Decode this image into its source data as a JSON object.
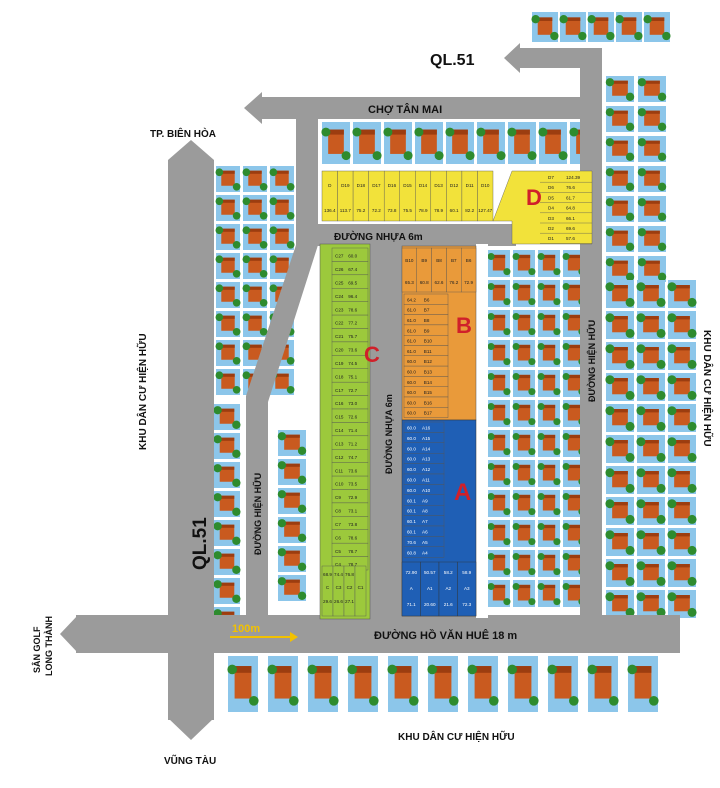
{
  "colors": {
    "road": "#9b9b9b",
    "road_edge": "#ffffff",
    "house_roof": "#c95a1f",
    "house_roof_dark": "#9c3d10",
    "water": "#8cc6ea",
    "tree": "#2e8b2e",
    "zone_a": "#1f5fb5",
    "zone_b": "#e99a3a",
    "zone_c": "#9cc93c",
    "zone_d": "#f2e23a",
    "zone_letter": "#d0202a",
    "arrow": "#f2c100"
  },
  "roads": {
    "ql51_top": "QL.51",
    "cho_tan_mai": "CHỢ TÂN MAI",
    "tp_bien_hoa": "TP. BIÊN HÒA",
    "ql51_vertical": "QL.51",
    "duong_nhua_6m_h": "ĐƯỜNG NHỰA 6m",
    "duong_nhua_6m_v": "ĐƯỜNG NHỰA 6m",
    "duong_hien_huu_left": "ĐƯỜNG HIỆN HỮU",
    "duong_hien_huu_right": "ĐƯỜNG HIỆN HỮU",
    "ho_van_hue": "ĐƯỜNG HỒ VĂN HUÊ 18 m",
    "vung_tau": "VŨNG TÀU",
    "san_golf_1": "SÂN GOLF",
    "san_golf_2": "LONG THÀNH"
  },
  "areas": {
    "khu_left": "KHU DÂN CƯ HIỆN HỮU",
    "khu_right": "KHU DÂN CƯ HIỆN HỮU",
    "khu_bottom": "KHU DÂN CƯ HIỆN HỮU"
  },
  "scale_label": "100m",
  "zones": {
    "A": {
      "letter": "A",
      "rows": [
        {
          "id": "A16",
          "area": "60.0"
        },
        {
          "id": "A15",
          "area": "60.0"
        },
        {
          "id": "A14",
          "area": "60.0"
        },
        {
          "id": "A13",
          "area": "60.0"
        },
        {
          "id": "A12",
          "area": "60.0"
        },
        {
          "id": "A11",
          "area": "60.0"
        },
        {
          "id": "A10",
          "area": "60.0"
        },
        {
          "id": "A9",
          "area": "60.1"
        },
        {
          "id": "A8",
          "area": "60.1"
        },
        {
          "id": "A7",
          "area": "60.1"
        },
        {
          "id": "A6",
          "area": "60.1"
        },
        {
          "id": "A5",
          "area": "70.6"
        },
        {
          "id": "A4",
          "area": "60.8"
        }
      ],
      "bottom": [
        {
          "id": "A",
          "top": "72.90",
          "bottom": "71.1"
        },
        {
          "id": "A1",
          "top": "50.57",
          "bottom": "20.60"
        },
        {
          "id": "A2",
          "top": "58.2",
          "bottom": "21.6"
        },
        {
          "id": "A3",
          "top": "58.9",
          "bottom": "72.3"
        }
      ]
    },
    "B": {
      "letter": "B",
      "rows": [
        {
          "id": "B6",
          "area": "64.2"
        },
        {
          "id": "B7",
          "area": "61.0"
        },
        {
          "id": "B8",
          "area": "61.0"
        },
        {
          "id": "B9",
          "area": "61.0"
        },
        {
          "id": "B10",
          "area": "61.0"
        },
        {
          "id": "B11",
          "area": "61.0"
        },
        {
          "id": "B12",
          "area": "60.0"
        },
        {
          "id": "B13",
          "area": "60.0"
        },
        {
          "id": "B14",
          "area": "60.0"
        },
        {
          "id": "B15",
          "area": "60.0"
        },
        {
          "id": "B16",
          "area": "60.0"
        },
        {
          "id": "B17",
          "area": "60.0"
        }
      ],
      "top": [
        {
          "id": "B10",
          "area": "65.3"
        },
        {
          "id": "B9",
          "area": "60.8"
        },
        {
          "id": "B8",
          "area": "62.6"
        },
        {
          "id": "B7",
          "area": "76.2"
        },
        {
          "id": "B6",
          "area": "72.9"
        }
      ]
    },
    "C": {
      "letter": "C",
      "rows": [
        {
          "id": "C27",
          "area": "60.0"
        },
        {
          "id": "C26",
          "area": "67.4"
        },
        {
          "id": "C25",
          "area": "69.5"
        },
        {
          "id": "C24",
          "area": "96.4"
        },
        {
          "id": "C23",
          "area": "78.6"
        },
        {
          "id": "C22",
          "area": "77.2"
        },
        {
          "id": "C21",
          "area": "75.7"
        },
        {
          "id": "C20",
          "area": "73.6"
        },
        {
          "id": "C19",
          "area": "74.5"
        },
        {
          "id": "C18",
          "area": "75.1"
        },
        {
          "id": "C17",
          "area": "72.7"
        },
        {
          "id": "C16",
          "area": "73.0"
        },
        {
          "id": "C15",
          "area": "72.6"
        },
        {
          "id": "C14",
          "area": "71.4"
        },
        {
          "id": "C13",
          "area": "71.2"
        },
        {
          "id": "C12",
          "area": "74.7"
        },
        {
          "id": "C11",
          "area": "73.6"
        },
        {
          "id": "C10",
          "area": "73.5"
        },
        {
          "id": "C9",
          "area": "72.9"
        },
        {
          "id": "C8",
          "area": "73.1"
        },
        {
          "id": "C7",
          "area": "73.8"
        },
        {
          "id": "C6",
          "area": "78.6"
        },
        {
          "id": "C5",
          "area": "78.7"
        },
        {
          "id": "C4",
          "area": "78.7"
        }
      ],
      "bottom": [
        {
          "id": "C",
          "top": "68.9",
          "bottom": "29.6"
        },
        {
          "id": "C3",
          "top": "74.4",
          "bottom": "26.6"
        },
        {
          "id": "C2",
          "top": "76.8",
          "bottom": "27.1"
        },
        {
          "id": "C1",
          "top": "",
          "bottom": ""
        }
      ]
    },
    "D": {
      "letter": "D",
      "top": [
        {
          "id": "D",
          "area": "136.4"
        },
        {
          "id": "D19",
          "area": "113.7"
        },
        {
          "id": "D18",
          "area": "75.2"
        },
        {
          "id": "D17",
          "area": "72.2"
        },
        {
          "id": "D16",
          "area": "73.8"
        },
        {
          "id": "D15",
          "area": "75.5"
        },
        {
          "id": "D14",
          "area": "78.9"
        },
        {
          "id": "D13",
          "area": "78.9"
        },
        {
          "id": "D12",
          "area": "60.1"
        },
        {
          "id": "D11",
          "area": "82.2"
        },
        {
          "id": "D10",
          "area": "127.47"
        }
      ],
      "right": [
        {
          "id": "D7",
          "area": "124.39"
        },
        {
          "id": "D6",
          "area": "76.6"
        },
        {
          "id": "D5",
          "area": "61.7"
        },
        {
          "id": "D4",
          "area": "64.8"
        },
        {
          "id": "D3",
          "area": "66.1"
        },
        {
          "id": "D2",
          "area": "69.6"
        },
        {
          "id": "D1",
          "area": "57.6"
        }
      ]
    }
  }
}
